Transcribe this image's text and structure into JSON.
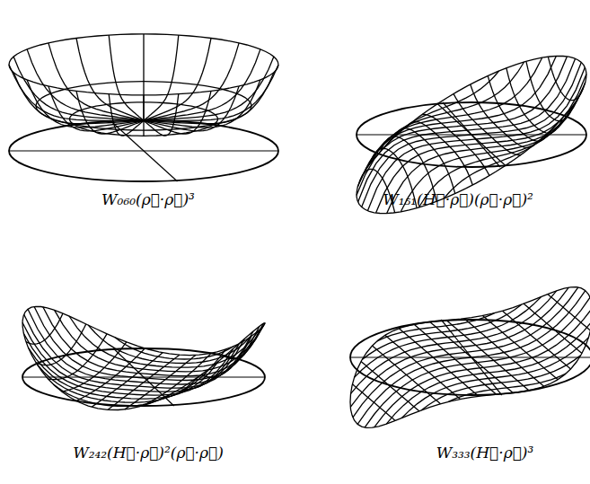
{
  "diagram": {
    "labels": [
      "W₀₆₀(ρ⃗·ρ⃗)³",
      "W₁₅₁(H⃗·ρ⃗)(ρ⃗·ρ⃗)²",
      "W₂₄₂(H⃗·ρ⃗)²(ρ⃗·ρ⃗)",
      "W₃₃₃(H⃗·ρ⃗)³"
    ]
  }
}
